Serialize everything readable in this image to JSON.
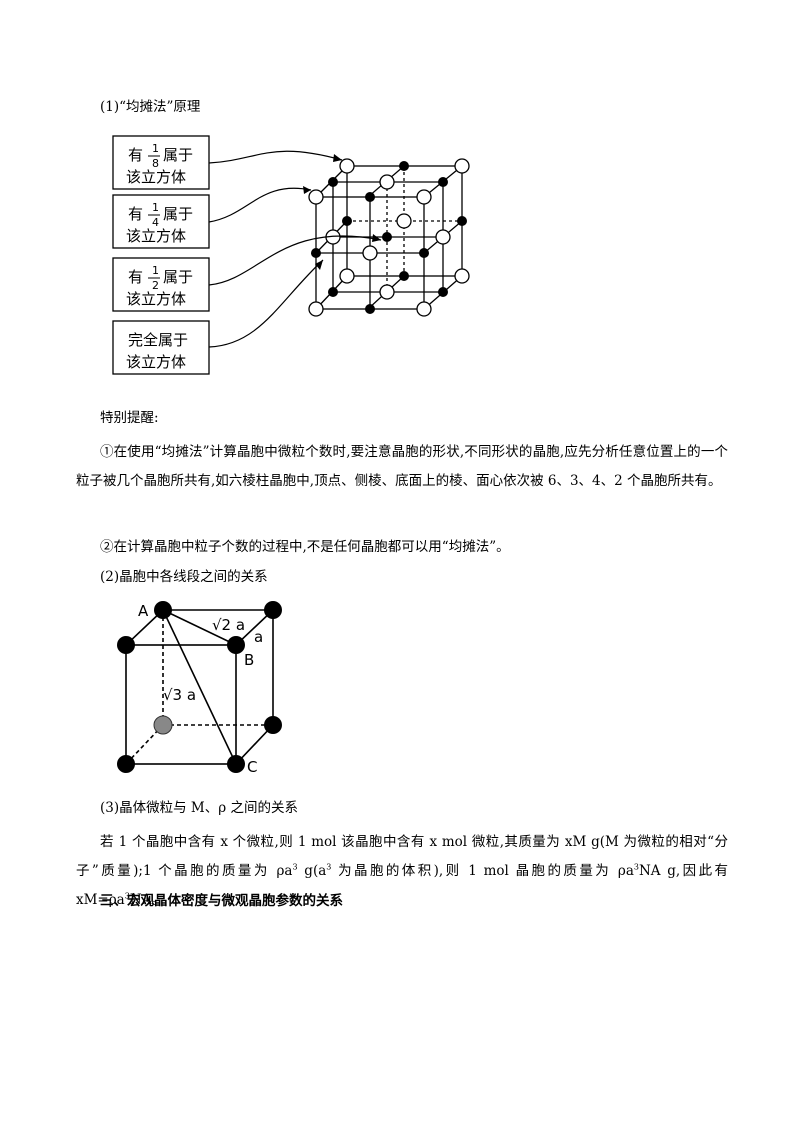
{
  "section1": {
    "heading": "(1)“均摊法”原理",
    "figure1": {
      "boxes": [
        {
          "prefix": "有",
          "numerator": "1",
          "denominator": "8",
          "suffix": "属于",
          "line2": "该立方体"
        },
        {
          "prefix": "有",
          "numerator": "1",
          "denominator": "4",
          "suffix": "属于",
          "line2": "该立方体"
        },
        {
          "prefix": "有",
          "numerator": "1",
          "denominator": "2",
          "suffix": "属于",
          "line2": "该立方体"
        },
        {
          "line1": "完全属于",
          "line2": "该立方体"
        }
      ]
    },
    "reminder_title": "特别提醒:",
    "reminder_1": "①在使用“均摊法”计算晶胞中微粒个数时,要注意晶胞的形状,不同形状的晶胞,应先分析任意位置上的一个粒子被几个晶胞所共有,如六棱柱晶胞中,顶点、侧棱、底面上的棱、面心依次被 6、3、4、2 个晶胞所共有。",
    "reminder_2": "②在计算晶胞中粒子个数的过程中,不是任何晶胞都可以用“均摊法”。"
  },
  "section2": {
    "heading": "(2)晶胞中各线段之间的关系",
    "figure2": {
      "label_A": "A",
      "label_B": "B",
      "label_C": "C",
      "label_a": "a",
      "label_face_diag": "√2 a",
      "label_body_diag": "√3 a"
    }
  },
  "section3": {
    "heading": "(3)晶体微粒与 M、ρ 之间的关系",
    "para_a": "若 1 个晶胞中含有 x 个微粒,则 1 mol 该晶胞中含有 x mol 微粒,其质量为 xM g(M 为微粒的相对“分子”质量);1 个晶胞的质量为 ρa",
    "para_b": "  g(a",
    "para_c": " 为晶胞的体积),则 1 mol 晶胞的质量为 ρa",
    "para_d": "NA g,因此有 xM=ρa",
    "para_e": "NA。",
    "exp3": "3"
  },
  "section_title": "三、宏观晶体密度与微观晶胞参数的关系"
}
